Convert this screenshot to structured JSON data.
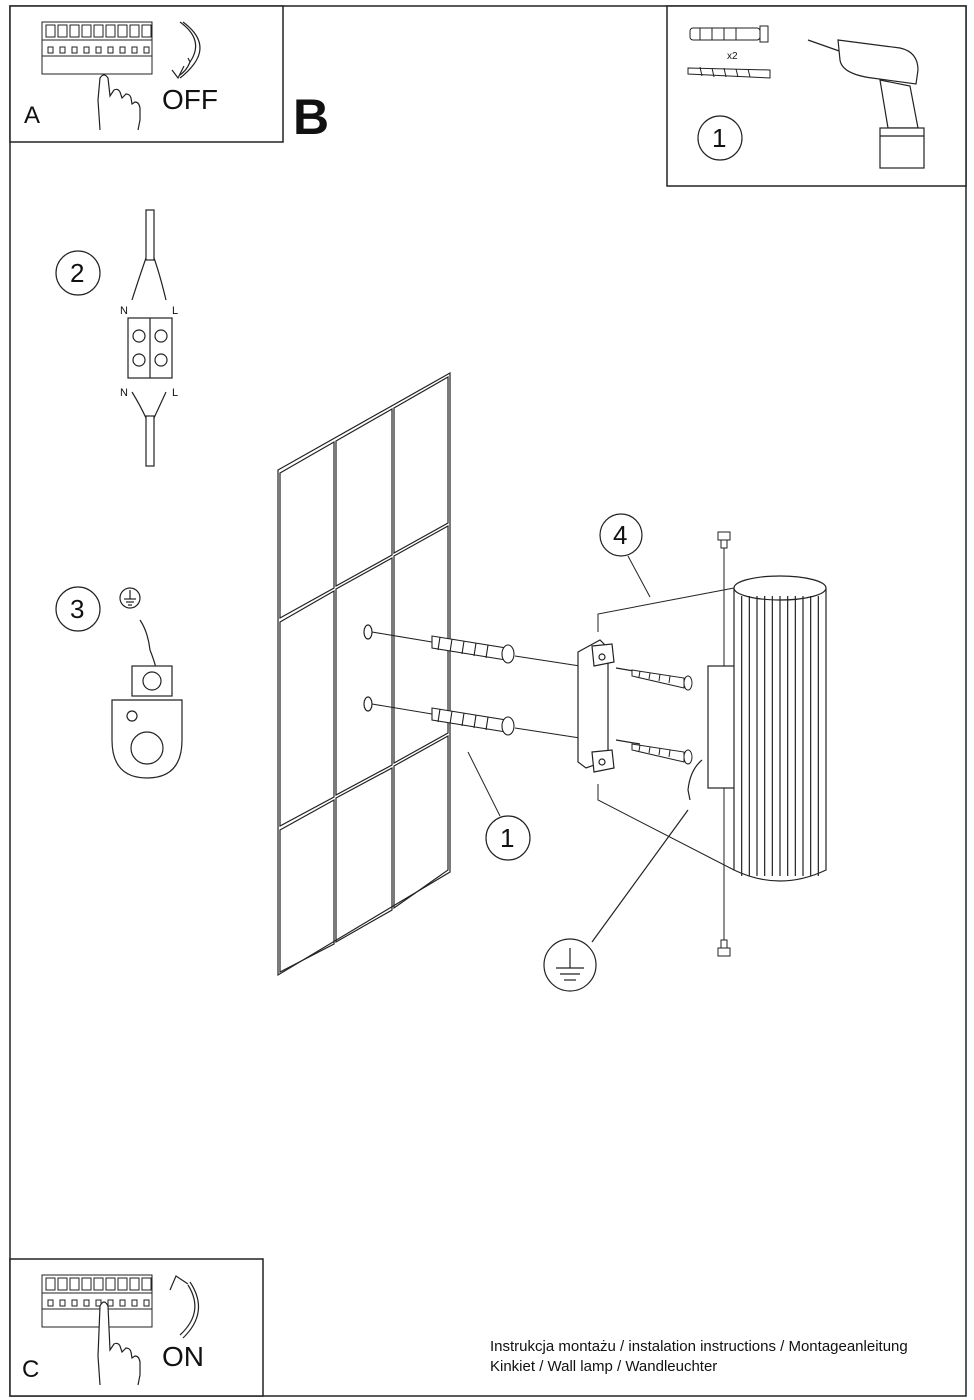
{
  "panels": {
    "a": {
      "letter": "A",
      "state": "OFF"
    },
    "b": {
      "letter": "B"
    },
    "c": {
      "letter": "C",
      "state": "ON"
    }
  },
  "steps": {
    "step1_top": "1",
    "step2": "2",
    "step3": "3",
    "step4": "4",
    "step1_wall": "1"
  },
  "hardware": {
    "quantity": "x2"
  },
  "terminal": {
    "n_top": "N",
    "l_top": "L",
    "n_bottom": "N",
    "l_bottom": "L"
  },
  "footer": {
    "line1": "Instrukcja montażu / instalation instructions / Montageanleitung",
    "line2": "Kinkiet / Wall lamp / Wandleuchter"
  },
  "icons": [
    "circuit-breaker-panel-icon",
    "hand-icon",
    "curved-arrow-icon",
    "wall-plug-icon",
    "screw-icon",
    "drill-icon",
    "ground-symbol-icon",
    "terminal-block-icon",
    "earth-terminal-icon",
    "wall-tiles-icon",
    "mounting-bracket-icon",
    "wall-lamp-icon"
  ]
}
